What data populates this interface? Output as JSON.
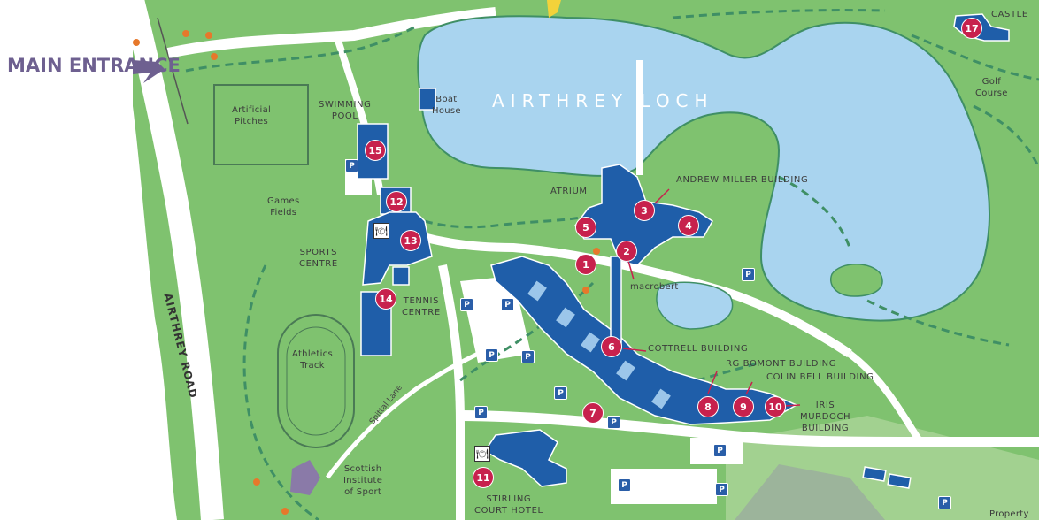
{
  "entrance_label": "MAIN\nENTRANCE",
  "loch_label": "AIRTHREY  LOCH",
  "road_label": "AIRTHREY ROAD",
  "lane_label": "Spittal Lane",
  "colors": {
    "grass": "#7fc26f",
    "grass_light": "#a2d190",
    "water": "#a9d4ef",
    "building": "#1f5ea9",
    "marker": "#c7214d",
    "path": "#3f8f65",
    "entrance_text": "#6e6090"
  },
  "labels": {
    "artificial_pitches": "Artificial\nPitches",
    "swimming_pool": "SWIMMING\nPOOL",
    "boat_house": "Boat\nHouse",
    "castle": "CASTLE",
    "golf_course": "Golf\nCourse",
    "atrium": "ATRIUM",
    "andrew_miller": "ANDREW MILLER BUILDING",
    "games_fields": "Games\nFields",
    "sports_centre": "SPORTS\nCENTRE",
    "tennis_centre": "TENNIS\nCENTRE",
    "macrobert": "macrobert",
    "cottrell": "COTTRELL BUILDING",
    "rg_bomont": "RG BOMONT BUILDING",
    "colin_bell": "COLIN BELL BUILDING",
    "iris_murdoch": "IRIS\nMURDOCH\nBUILDING",
    "athletics_track": "Athletics\nTrack",
    "scottish_institute": "Scottish\nInstitute\nof Sport",
    "stirling_court": "STIRLING\nCOURT HOTEL",
    "property": "Property"
  },
  "markers": [
    "1",
    "2",
    "3",
    "4",
    "5",
    "6",
    "7",
    "8",
    "9",
    "10",
    "11",
    "12",
    "13",
    "14",
    "15",
    "17"
  ],
  "parking_symbol": "P",
  "food_icon": "🍽"
}
